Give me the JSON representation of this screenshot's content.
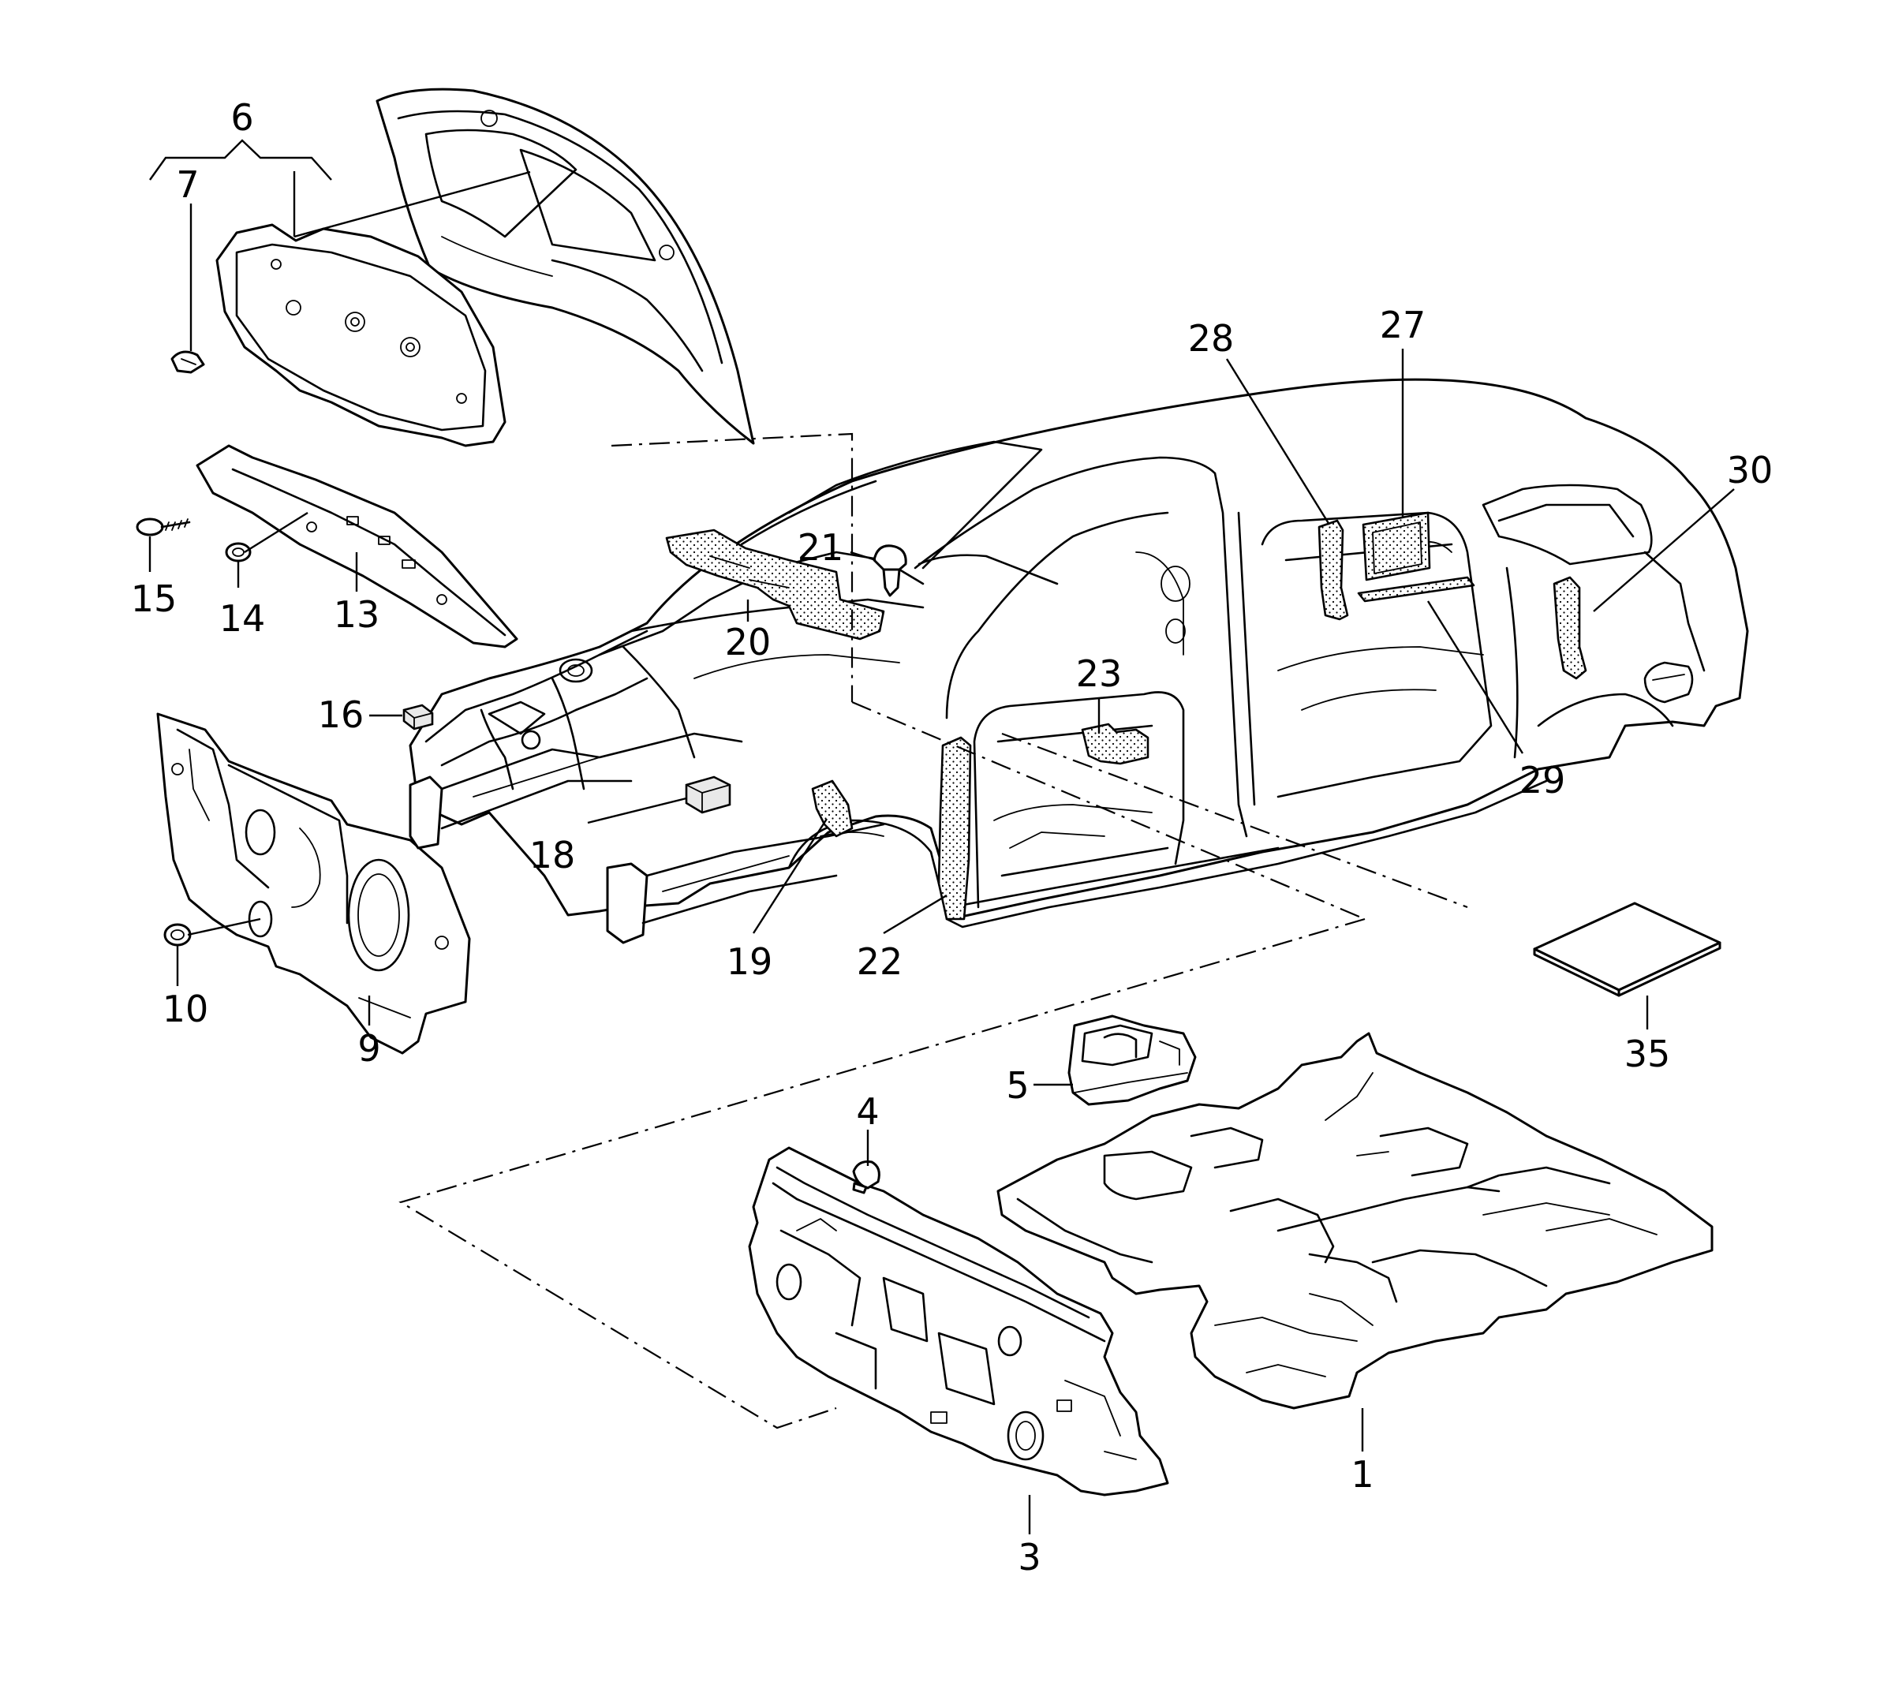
{
  "callouts": {
    "c1": "1",
    "c3": "3",
    "c4": "4",
    "c5": "5",
    "c6": "6",
    "c7": "7",
    "c9": "9",
    "c10": "10",
    "c13": "13",
    "c14": "14",
    "c15": "15",
    "c16": "16",
    "c18": "18",
    "c19": "19",
    "c20": "20",
    "c21": "21",
    "c22": "22",
    "c23": "23",
    "c27": "27",
    "c28": "28",
    "c29": "29",
    "c30": "30",
    "c35": "35"
  },
  "colors": {
    "line": "#000000",
    "background": "#ffffff",
    "insulation_fill": "#e9e9e9"
  }
}
